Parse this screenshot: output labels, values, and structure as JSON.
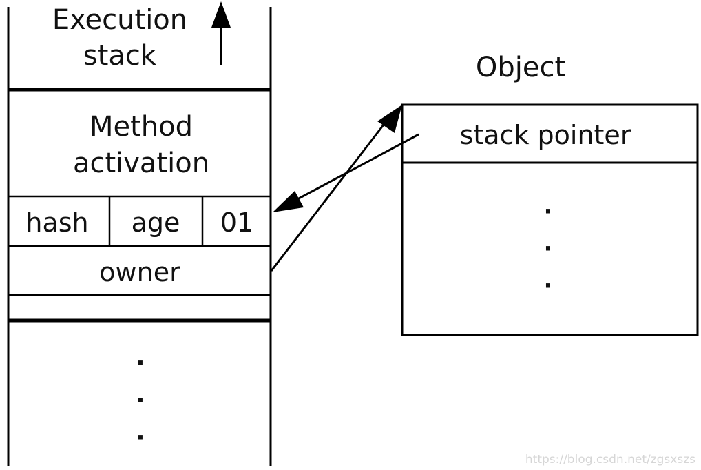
{
  "stack": {
    "title_line1": "Execution",
    "title_line2": "stack",
    "method_line1": "Method",
    "method_line2": "activation",
    "cells": [
      "hash",
      "age",
      "01"
    ],
    "owner": "owner",
    "ellipsis": [
      "·",
      "·",
      "·"
    ]
  },
  "object": {
    "title": "Object",
    "header": "stack pointer",
    "ellipsis": [
      "·",
      "·",
      "·"
    ]
  },
  "watermark": "https://blog.csdn.net/zgsxszs"
}
